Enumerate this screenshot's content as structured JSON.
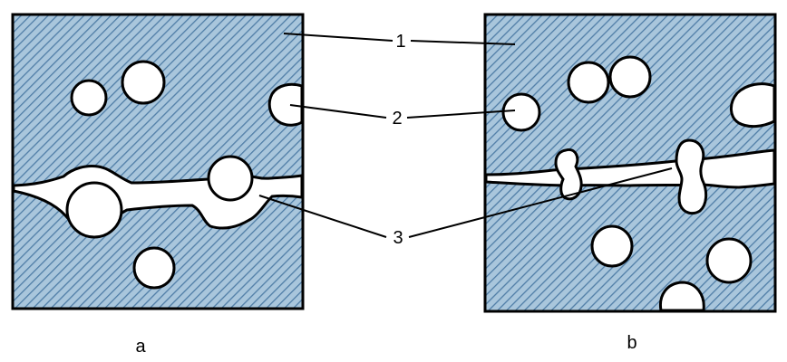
{
  "colors": {
    "hatch_background": "#a9c6dc",
    "hatch_stripe": "#4f7da6",
    "outline": "#000000",
    "void_fill": "#ffffff"
  },
  "figure": {
    "panels": [
      {
        "id": "a",
        "caption": "a"
      },
      {
        "id": "b",
        "caption": "b"
      }
    ],
    "callouts": [
      {
        "number": "1"
      },
      {
        "number": "2"
      },
      {
        "number": "3"
      }
    ]
  }
}
